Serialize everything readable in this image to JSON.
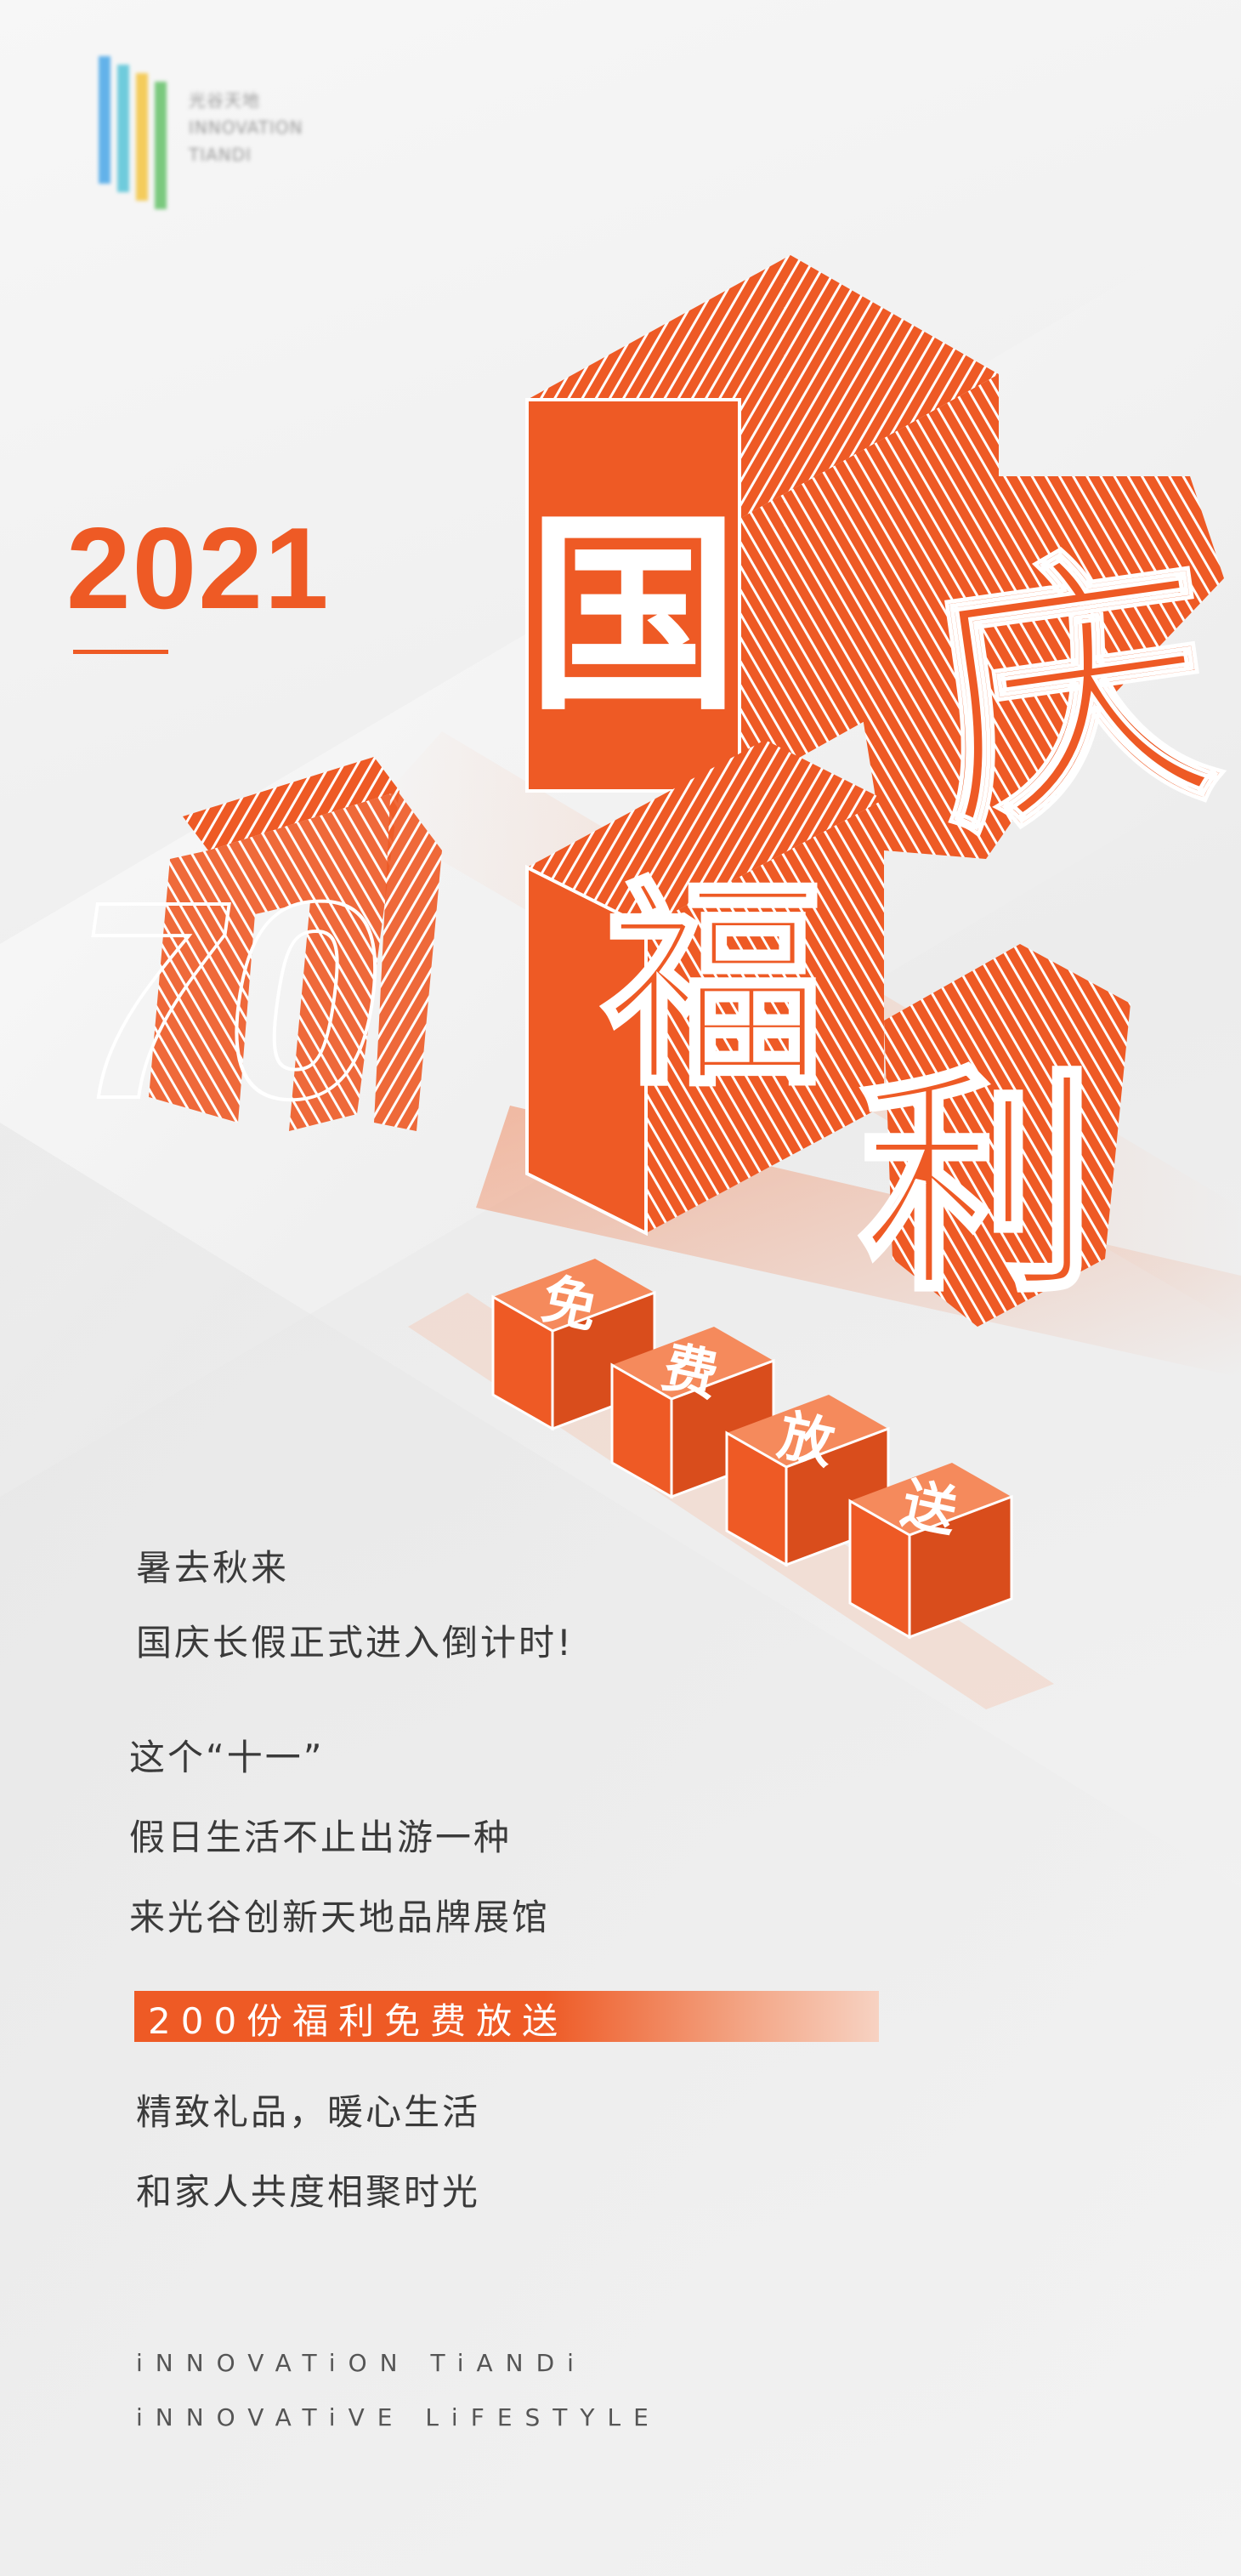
{
  "logo": {
    "line1": "光谷天地",
    "line2": "INNOVATION",
    "line3": "TIANDI"
  },
  "year": "2021",
  "number": "70",
  "title": {
    "guo": "国",
    "qing": "庆",
    "fu": "福",
    "li": "利"
  },
  "cubes": [
    "免",
    "费",
    "放",
    "送"
  ],
  "copy": {
    "line1": "暑去秋来",
    "line2": "国庆长假正式进入倒计时!",
    "line3": "这个“十一”",
    "line4": "假日生活不止出游一种",
    "line5": "来光谷创新天地品牌展馆",
    "banner": "200份福利免费放送",
    "line6": "精致礼品，暖心生活",
    "line7": "和家人共度相聚时光"
  },
  "footer": {
    "line1": "iNNOVATiON TiANDi",
    "line2": "iNNOVATiVE LiFESTYLE"
  },
  "colors": {
    "accent": "#ee5a25",
    "text": "#3a3a3a"
  }
}
